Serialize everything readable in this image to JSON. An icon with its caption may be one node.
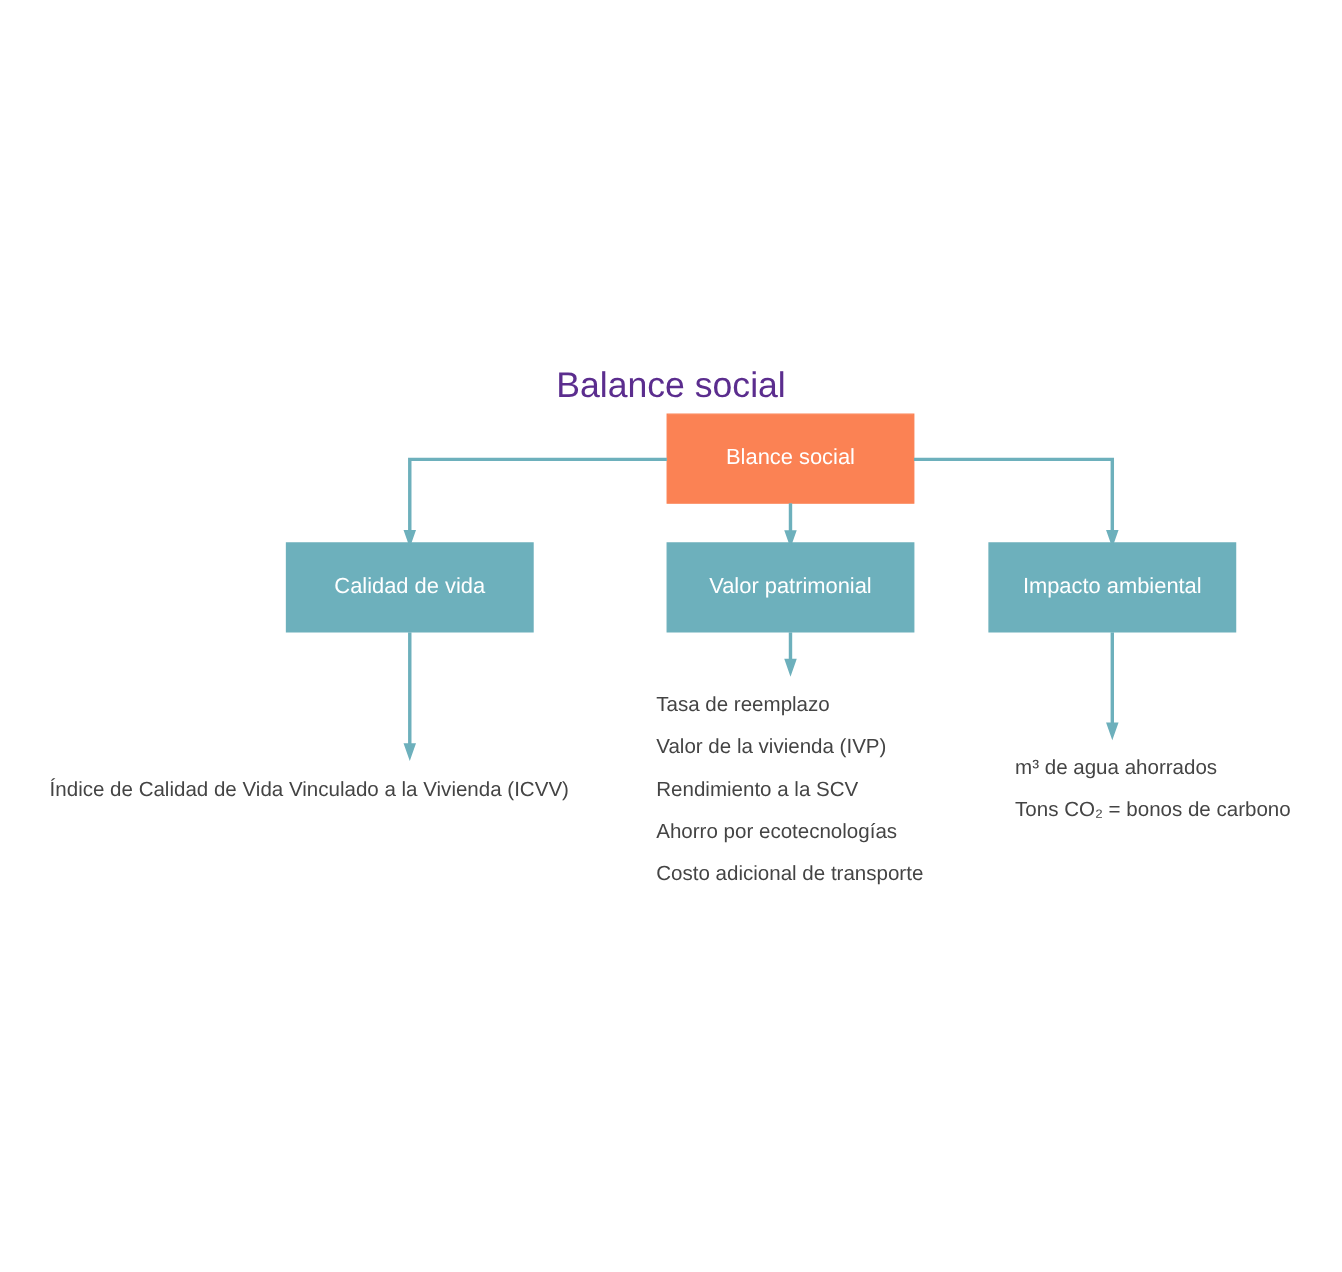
{
  "diagram": {
    "title": "Balance social",
    "nodes": [
      {
        "text": [
          "Blance social"
        ]
      },
      {
        "text": [
          "Calidad de vida"
        ]
      },
      {
        "text": [
          "Valor patrimonial"
        ]
      },
      {
        "text": [
          "Impacto ambiental"
        ]
      },
      {
        "text": [
          "Índice de Calidad de Vida Vinculado a la Vivienda (ICVV)"
        ]
      },
      {
        "text": [
          "Tasa de reemplazo",
          "Valor de la vivienda (IVP)",
          "Rendimiento a la SCV",
          "Ahorro por ecotecnologías",
          "Costo adicional de transporte"
        ]
      },
      {
        "text": [
          "m³ de agua ahorrados",
          "Tons CO₂ = bonos de carbono"
        ]
      }
    ],
    "edges": [
      {
        "from": 0,
        "to": 1,
        "arrow": "to"
      },
      {
        "from": 0,
        "to": 2,
        "arrow": "to"
      },
      {
        "from": 0,
        "to": 3,
        "arrow": "to"
      },
      {
        "from": 1,
        "to": 4,
        "arrow": "to"
      },
      {
        "from": 2,
        "to": 5,
        "arrow": "to"
      },
      {
        "from": 3,
        "to": 6,
        "arrow": "to"
      }
    ]
  }
}
